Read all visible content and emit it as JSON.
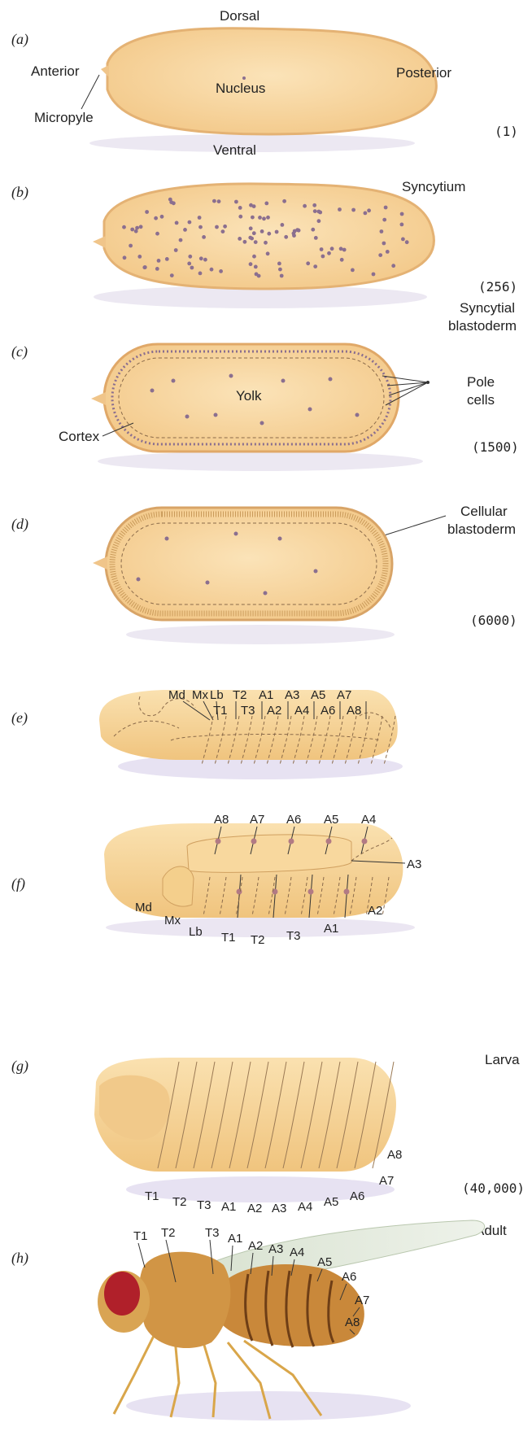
{
  "panels": {
    "a": {
      "letter": "(a)",
      "dorsal": "Dorsal",
      "ventral": "Ventral",
      "anterior": "Anterior",
      "posterior": "Posterior",
      "micropyle": "Micropyle",
      "nucleus": "Nucleus",
      "count": "(1)"
    },
    "b": {
      "letter": "(b)",
      "stage": "Syncytium",
      "count": "(256)"
    },
    "c": {
      "letter": "(c)",
      "stage_line1": "Syncytial",
      "stage_line2": "blastoderm",
      "yolk": "Yolk",
      "cortex": "Cortex",
      "pole_line1": "Pole",
      "pole_line2": "cells",
      "count": "(1500)"
    },
    "d": {
      "letter": "(d)",
      "stage_line1": "Cellular",
      "stage_line2": "blastoderm",
      "count": "(6000)"
    },
    "e": {
      "letter": "(e)",
      "top_row": [
        "Md",
        "Mx",
        "Lb",
        "T2",
        "A1",
        "A3",
        "A5",
        "A7"
      ],
      "bottom_row": [
        "T1",
        "T3",
        "A2",
        "A4",
        "A6",
        "A8"
      ]
    },
    "f": {
      "letter": "(f)",
      "top": [
        "A8",
        "A7",
        "A6",
        "A5",
        "A4"
      ],
      "right": "A3",
      "bottom": [
        "Md",
        "Mx",
        "Lb",
        "T1",
        "T2",
        "T3",
        "A1",
        "A2"
      ]
    },
    "g": {
      "letter": "(g)",
      "stage": "Larva",
      "bottom": [
        "T1",
        "T2",
        "T3",
        "A1",
        "A2",
        "A3",
        "A4",
        "A5",
        "A6",
        "A7",
        "A8"
      ],
      "count": "(40,000)"
    },
    "h": {
      "letter": "(h)",
      "stage": "Adult",
      "labels": [
        "T1",
        "T2",
        "T3",
        "A1",
        "A2",
        "A3",
        "A4",
        "A5",
        "A6",
        "A7",
        "A8"
      ]
    }
  },
  "colors": {
    "embryo_fill": "#f9dcaa",
    "embryo_edge": "#e7b97c",
    "nucleus_dot": "#8b6f8f",
    "shadow": "#e6e2ef",
    "fly_body": "#c98a3a",
    "fly_eye": "#b0202a"
  }
}
